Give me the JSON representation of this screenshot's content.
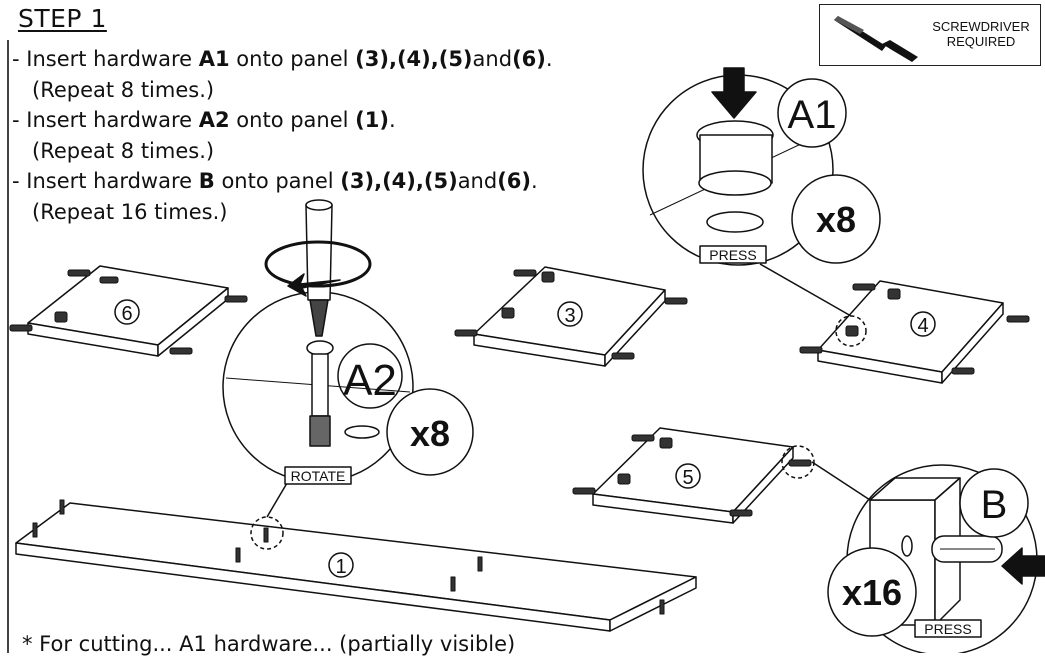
{
  "step": {
    "title": "STEP 1"
  },
  "instructions": {
    "line1": {
      "prefix": "- Insert hardware ",
      "hw": "A1",
      "mid": " onto panel ",
      "panels": "(3),(4),(5)",
      "and": "and",
      "last": "(6)",
      "end": "."
    },
    "line1_repeat": "(Repeat 8 times.)",
    "line2": {
      "prefix": "- Insert hardware ",
      "hw": "A2",
      "mid": " onto panel ",
      "panels": "(1)",
      "end": "."
    },
    "line2_repeat": "(Repeat 8 times.)",
    "line3": {
      "prefix": "- Insert hardware ",
      "hw": "B",
      "mid": " onto panel ",
      "panels": "(3),(4),(5)",
      "and": "and",
      "last": "(6)",
      "end": "."
    },
    "line3_repeat": "(Repeat 16 times.)"
  },
  "tool_notice": {
    "line1": "SCREWDRIVER",
    "line2": "REQUIRED",
    "icon": "screwdriver-icon"
  },
  "callouts": {
    "a1": {
      "label": "A1",
      "qty": "x8",
      "action": "PRESS"
    },
    "a2": {
      "label": "A2",
      "qty": "x8",
      "action": "ROTATE"
    },
    "b": {
      "label": "B",
      "qty": "x16",
      "action": "PRESS"
    }
  },
  "panels": {
    "p1": "1",
    "p3": "3",
    "p4": "4",
    "p5": "5",
    "p6": "6"
  },
  "footnote": "* For cutting... A1 hardware... (partially visible)"
}
